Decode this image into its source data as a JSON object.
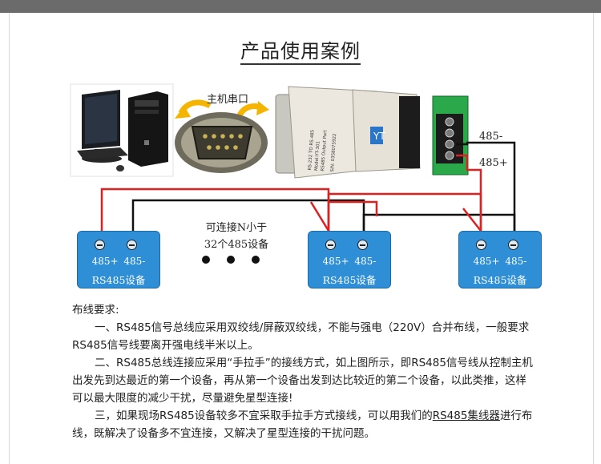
{
  "title": "产品使用案例",
  "labels": {
    "host_port": "主机串口",
    "wire_neg": "485-",
    "wire_pos": "485+",
    "note_line1": "可连接N小于",
    "note_line2": "32个485设备"
  },
  "converter": {
    "face_line1": "RS-232 TO RS-485",
    "face_line2": "Model:YT-301",
    "face_line3": "RS485 Output Port",
    "serial": "S/N: 0358075922",
    "logo": "YT"
  },
  "devices": [
    {
      "pins": "485+  485-",
      "name": "RS485设备"
    },
    {
      "pins": "485+  485-",
      "name": "RS485设备"
    },
    {
      "pins": "485+  485-",
      "name": "RS485设备"
    }
  ],
  "wiring": {
    "heading": "布线要求:",
    "p1": "一、RS485信号总线应采用双绞线/屏蔽双绞线，不能与强电（220V）合并布线，一般要求RS485信号线要离开强电线半米以上。",
    "p2": "二、RS485总线连接应采用“手拉手”的接线方式，如上图所示，即RS485信号线从控制主机出发先到达最近的第一个设备，再从第一个设备出发到达比较近的第二个设备，以此类推，这样可以最大限度的减少干扰，尽量避免星型连接!",
    "p3_prefix": "三，如果现场RS485设备较多不宜采取手拉手方式接线，可以用我们的",
    "p3_link": "RS485集线器",
    "p3_suffix": "进行布线，既解决了设备多不宜连接，又解决了星型连接的干扰问题。"
  },
  "colors": {
    "device_blue": "#2f8fd6",
    "wire_red": "#e02020",
    "wire_black": "#111111",
    "arrow_yellow": "#f5b400",
    "terminal_green": "#2aa84a"
  }
}
